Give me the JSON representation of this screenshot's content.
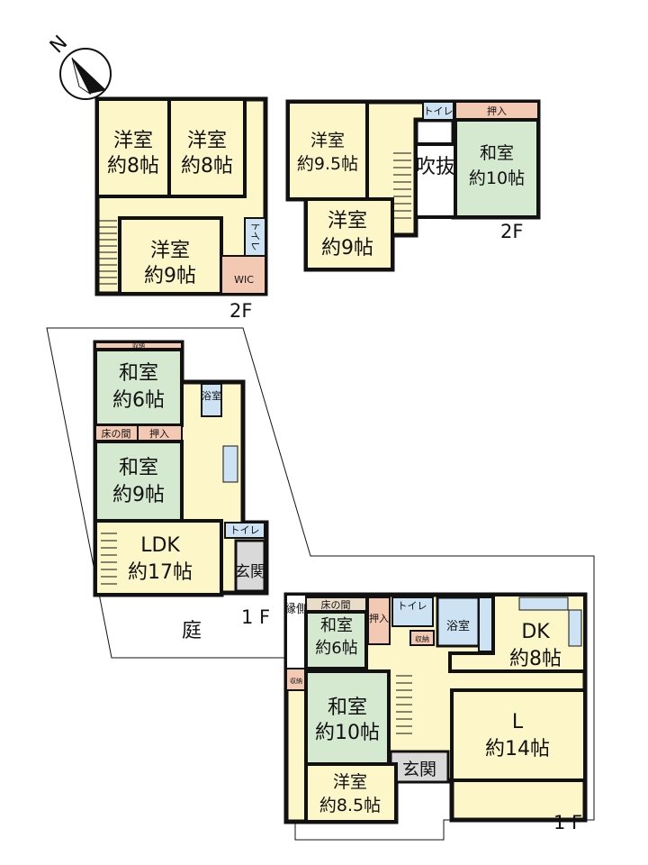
{
  "compass": {
    "north_label": "N",
    "icon": "north-arrow-icon"
  },
  "colors": {
    "western_room": "#fdf6c8",
    "japanese_room": "#d5e8d0",
    "entrance": "#d9d9d9",
    "toilet_bath": "#cde3f3",
    "storage": "#f3c9b3",
    "wall": "#111111"
  },
  "building_a": {
    "floor2": {
      "label": "2F",
      "rooms": {
        "w1": {
          "name": "洋室",
          "size": "約8帖"
        },
        "w2": {
          "name": "洋室",
          "size": "約8帖"
        },
        "w3": {
          "name": "洋室",
          "size": "約9帖"
        },
        "toilet": "トイレ",
        "wic": "WIC"
      }
    },
    "floor1": {
      "label": "1 F",
      "rooms": {
        "storage_top": "収納",
        "j1": {
          "name": "和室",
          "size": "約6帖"
        },
        "bath": "浴室",
        "tokonoma": "床の間",
        "oshiire": "押入",
        "j2": {
          "name": "和室",
          "size": "約9帖"
        },
        "ldk": {
          "name": "LDK",
          "size": "約17帖"
        },
        "toilet": "トイレ",
        "entrance": "玄関"
      }
    }
  },
  "building_b": {
    "floor2": {
      "label": "2F",
      "rooms": {
        "w1": {
          "name": "洋室",
          "size": "約9.5帖"
        },
        "toilet": "トイレ",
        "oshiire": "押入",
        "j1": {
          "name": "和室",
          "size": "約10帖"
        },
        "void": "吹抜",
        "w2": {
          "name": "洋室",
          "size": "約9帖"
        }
      }
    },
    "floor1": {
      "label": "1 F",
      "rooms": {
        "engawa": "縁側",
        "tokonoma": "床の間",
        "j1": {
          "name": "和室",
          "size": "約6帖"
        },
        "oshiire": "押入",
        "toilet": "トイレ",
        "storage_mid": "収納",
        "bath": "浴室",
        "dk": {
          "name": "DK",
          "size": "約8帖"
        },
        "storage_side": "収納",
        "j2": {
          "name": "和室",
          "size": "約10帖"
        },
        "living": {
          "name": "L",
          "size": "約14帖"
        },
        "entrance": "玄関",
        "w1": {
          "name": "洋室",
          "size": "約8.5帖"
        }
      }
    }
  },
  "garden": "庭"
}
